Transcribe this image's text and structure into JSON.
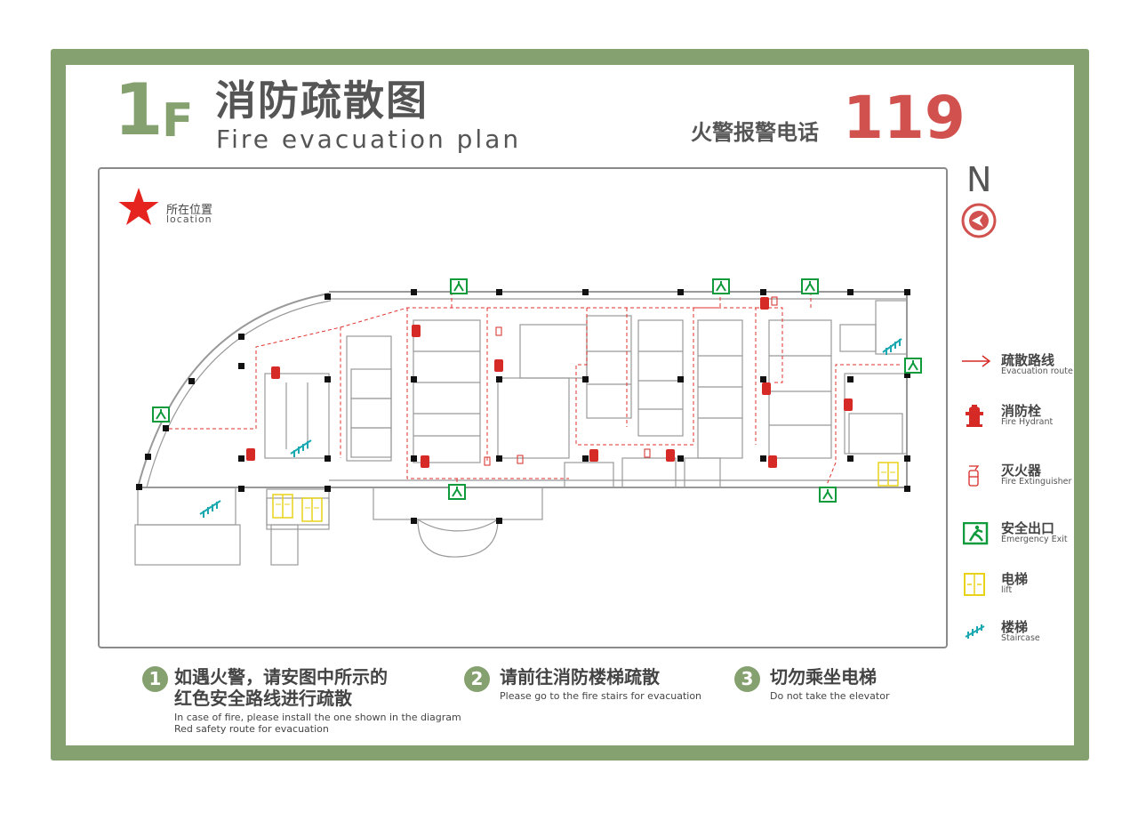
{
  "header": {
    "floor_number": "1",
    "floor_letter": "F",
    "title_cn": "消防疏散图",
    "title_en": "Fire evacuation plan",
    "alarm_label": "火警报警电话",
    "alarm_number": "119"
  },
  "location_marker": {
    "cn": "所在位置",
    "en": "location",
    "color": "#e52420"
  },
  "north": {
    "label": "N"
  },
  "legend": [
    {
      "icon": "red-arrow-icon",
      "cn": "疏散路线",
      "en": "Evacuation route",
      "color": "#d62a26"
    },
    {
      "icon": "fire-hydrant-icon",
      "cn": "消防栓",
      "en": "Fire Hydrant",
      "color": "#d62a26"
    },
    {
      "icon": "fire-extinguisher-icon",
      "cn": "灭火器",
      "en": "Fire Extinguisher",
      "color": "#d62a26"
    },
    {
      "icon": "emergency-exit-icon",
      "cn": "安全出口",
      "en": "Emergency Exit",
      "color": "#0f9a3c"
    },
    {
      "icon": "elevator-icon",
      "cn": "电梯",
      "en": "lift",
      "color": "#e8d21a"
    },
    {
      "icon": "staircase-icon",
      "cn": "楼梯",
      "en": "Staircase",
      "color": "#1ba8b0"
    }
  ],
  "instructions": [
    {
      "number": "1",
      "cn_line1": "如遇火警，请安图中所示的",
      "cn_line2": "红色安全路线进行疏散",
      "en_line1": "In case of fire, please install the one shown in the diagram",
      "en_line2": "Red safety route for evacuation"
    },
    {
      "number": "2",
      "cn_line1": "请前往消防楼梯疏散",
      "cn_line2": "",
      "en_line1": "Please go to the fire stairs for evacuation",
      "en_line2": ""
    },
    {
      "number": "3",
      "cn_line1": "切勿乘坐电梯",
      "cn_line2": "",
      "en_line1": "Do not take the elevator",
      "en_line2": ""
    }
  ],
  "colors": {
    "frame_green": "#86a170",
    "accent_red": "#d1514f",
    "exit_green": "#0f9a3c",
    "lift_yellow": "#e8d21a",
    "stair_teal": "#1ba8b0"
  }
}
